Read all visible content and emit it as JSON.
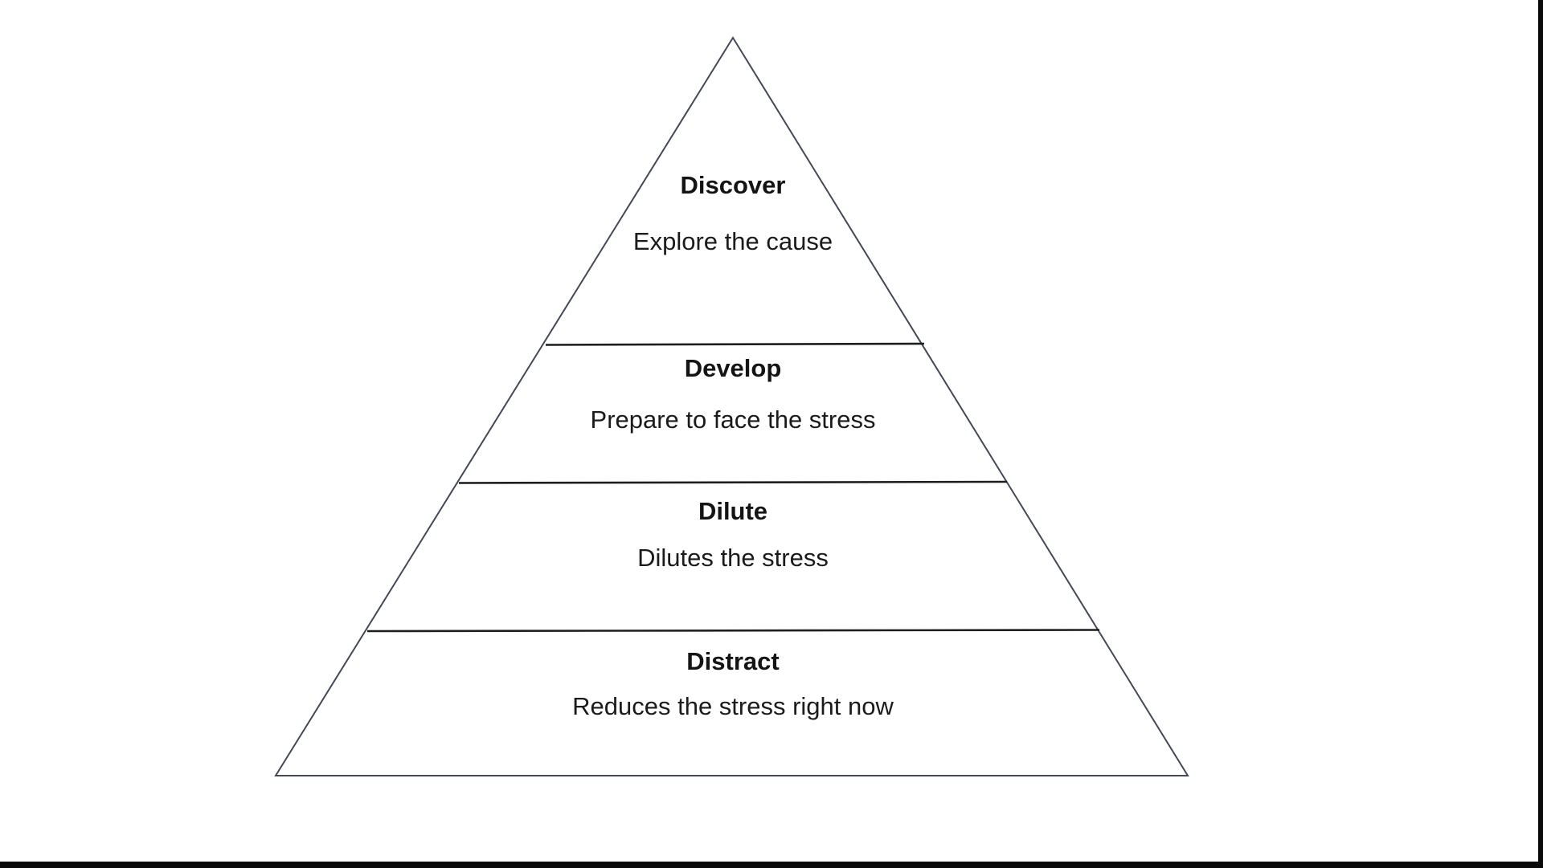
{
  "page": {
    "background_color": "#ffffff",
    "outline_color": "#424957",
    "divider_color": "#1e1e1e",
    "text_color": "#1b1b1b",
    "frame_edge_color": "#0a0a0a"
  },
  "pyramid": {
    "levels": [
      {
        "title": "Discover",
        "subtitle": "Explore the cause"
      },
      {
        "title": "Develop",
        "subtitle": "Prepare to face the stress"
      },
      {
        "title": "Dilute",
        "subtitle": "Dilutes the stress"
      },
      {
        "title": "Distract",
        "subtitle": "Reduces the stress right now"
      }
    ]
  }
}
